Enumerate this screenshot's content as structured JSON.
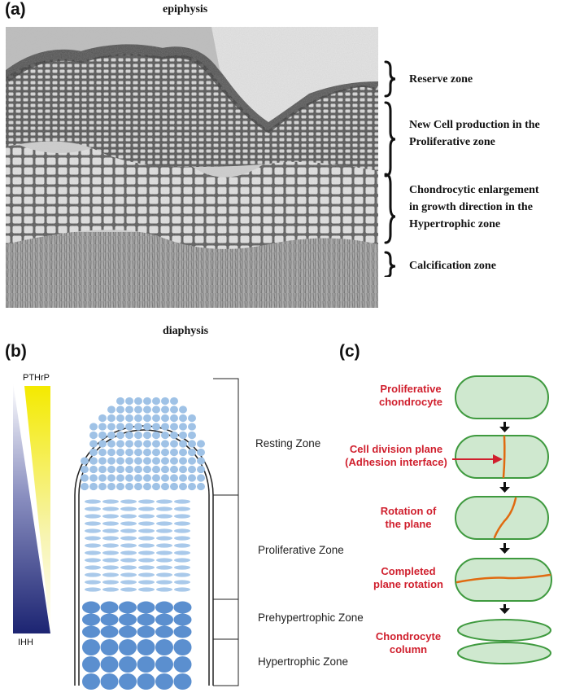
{
  "panel_a": {
    "label": "(a)",
    "top_label": "epiphysis",
    "bottom_label": "diaphysis",
    "zones": [
      {
        "lines": [
          "Reserve zone"
        ]
      },
      {
        "lines": [
          "New Cell production in the",
          "Proliferative zone"
        ]
      },
      {
        "lines": [
          "Chondrocytic enlargement",
          "in growth direction in the",
          "Hypertrophic zone"
        ]
      },
      {
        "lines": [
          "Calcification zone"
        ]
      }
    ]
  },
  "panel_b": {
    "label": "(b)",
    "gradient_top_label": "PTHrP",
    "gradient_bottom_label": "IHH",
    "gradient_colors": {
      "pthrp": "#f4ea00",
      "ihh": "#1c2472"
    },
    "cell_colors": {
      "resting": "#9fc2e6",
      "proliferative": "#a9c9ea",
      "hypertrophic": "#5b8fcf"
    },
    "zones": [
      "Resting Zone",
      "Proliferative Zone",
      "Prehypertrophic Zone",
      "Hypertrophic Zone"
    ]
  },
  "panel_c": {
    "label": "(c)",
    "cell_fill": "#cfe8cf",
    "cell_stroke": "#3f9a3f",
    "plane_color": "#e06a10",
    "arrow_color": "#d0202e",
    "steps": [
      {
        "lines": [
          "Proliferative",
          "chondrocyte"
        ]
      },
      {
        "lines": [
          "Cell division plane",
          "(Adhesion interface)"
        ]
      },
      {
        "lines": [
          "Rotation of",
          "the plane"
        ]
      },
      {
        "lines": [
          "Completed",
          "plane rotation"
        ]
      },
      {
        "lines": [
          "Chondrocyte",
          "column"
        ]
      }
    ]
  }
}
